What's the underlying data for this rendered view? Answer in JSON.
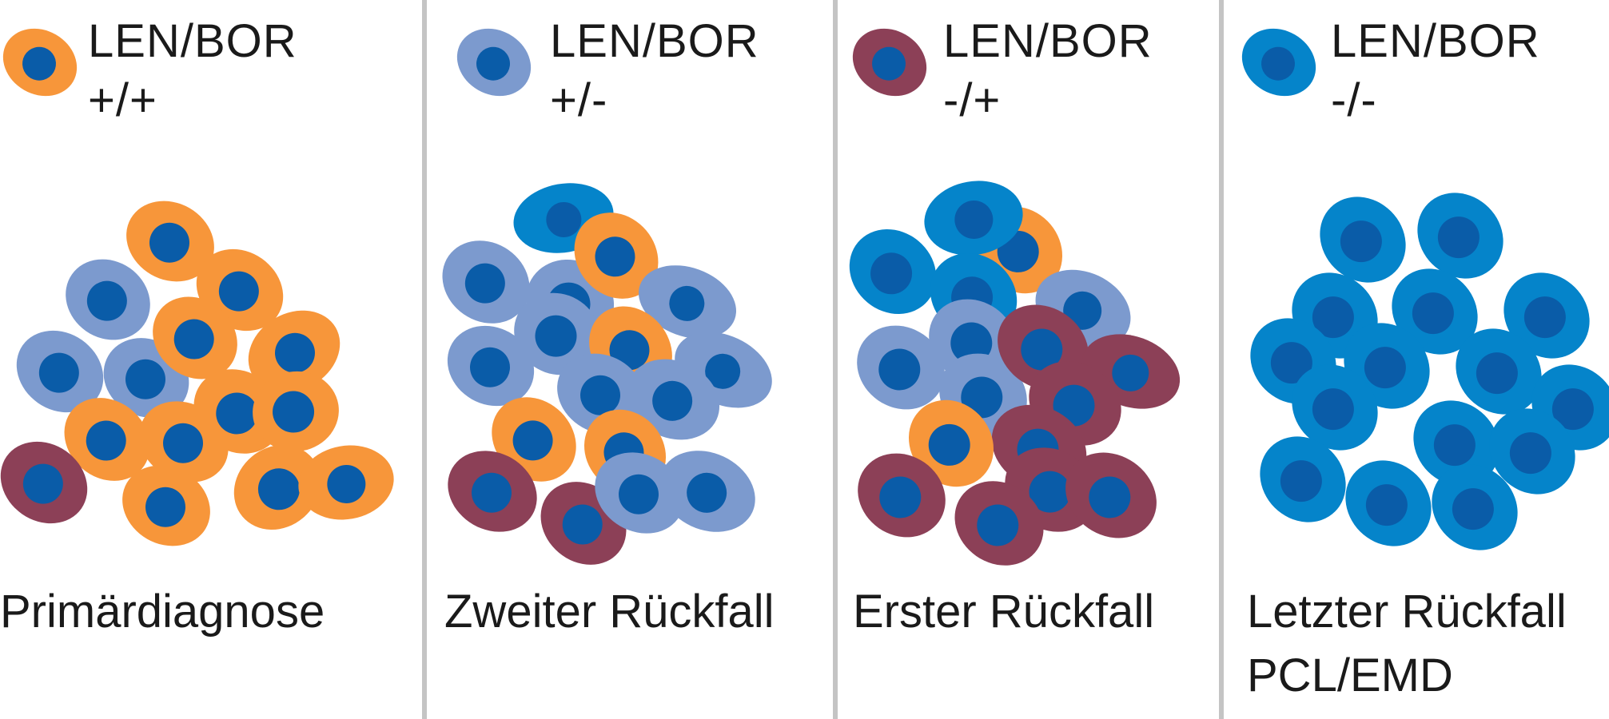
{
  "colors": {
    "len_bor_pos_pos": "#F7963A",
    "len_bor_pos_neg": "#7C9ACE",
    "len_bor_neg_pos": "#8C4057",
    "len_bor_neg_neg": "#0584CA",
    "nucleus": "#0A5CA8"
  },
  "panels": [
    {
      "legend": {
        "label": "LEN/BOR",
        "status": "+/+",
        "cell_type": "len_bor_pos_pos"
      },
      "caption": [
        "Primärdiagnose"
      ],
      "cells": [
        [
          "len_bor_pos_neg",
          135,
          375,
          55,
          48,
          35
        ],
        [
          "len_bor_pos_neg",
          75,
          465,
          57,
          48,
          35
        ],
        [
          "len_bor_pos_neg",
          183,
          473,
          55,
          48,
          30
        ],
        [
          "len_bor_pos_pos",
          213,
          302,
          57,
          48,
          30
        ],
        [
          "len_bor_pos_pos",
          300,
          363,
          57,
          48,
          35
        ],
        [
          "len_bor_pos_pos",
          244,
          423,
          56,
          48,
          40
        ],
        [
          "len_bor_pos_pos",
          368,
          440,
          60,
          48,
          -30
        ],
        [
          "len_bor_pos_pos",
          134,
          550,
          57,
          48,
          40
        ],
        [
          "len_bor_pos_pos",
          230,
          553,
          58,
          48,
          30
        ],
        [
          "len_bor_pos_pos",
          298,
          515,
          58,
          50,
          35
        ],
        [
          "len_bor_pos_pos",
          370,
          515,
          50,
          54,
          80
        ],
        [
          "len_bor_pos_pos",
          347,
          610,
          57,
          50,
          -40
        ],
        [
          "len_bor_pos_pos",
          433,
          604,
          60,
          46,
          -10
        ],
        [
          "len_bor_pos_pos",
          208,
          633,
          57,
          48,
          30
        ],
        [
          "len_bor_neg_pos",
          55,
          604,
          57,
          48,
          35
        ]
      ]
    },
    {
      "legend": {
        "label": "LEN/BOR",
        "status": "+/-",
        "cell_type": "len_bor_pos_neg"
      },
      "caption": [
        "Zweiter Rückfall"
      ],
      "cells": [
        [
          "len_bor_neg_neg",
          705,
          273,
          63,
          43,
          -10
        ],
        [
          "len_bor_pos_neg",
          608,
          353,
          57,
          49,
          35
        ],
        [
          "len_bor_pos_neg",
          713,
          378,
          56,
          52,
          30
        ],
        [
          "len_bor_pos_pos",
          771,
          320,
          57,
          49,
          50
        ],
        [
          "len_bor_pos_neg",
          860,
          378,
          63,
          43,
          20
        ],
        [
          "len_bor_pos_neg",
          614,
          458,
          56,
          48,
          30
        ],
        [
          "len_bor_pos_neg",
          697,
          418,
          55,
          50,
          30
        ],
        [
          "len_bor_pos_pos",
          789,
          437,
          57,
          48,
          50
        ],
        [
          "len_bor_pos_neg",
          752,
          493,
          57,
          48,
          30
        ],
        [
          "len_bor_pos_neg",
          905,
          463,
          64,
          43,
          25
        ],
        [
          "len_bor_pos_neg",
          842,
          500,
          60,
          48,
          25
        ],
        [
          "len_bor_pos_pos",
          668,
          550,
          57,
          48,
          45
        ],
        [
          "len_bor_pos_pos",
          782,
          565,
          55,
          48,
          50
        ],
        [
          "len_bor_neg_pos",
          616,
          615,
          58,
          48,
          30
        ],
        [
          "len_bor_neg_pos",
          730,
          655,
          57,
          48,
          40
        ],
        [
          "len_bor_pos_neg",
          800,
          617,
          58,
          48,
          30
        ],
        [
          "len_bor_pos_neg",
          885,
          615,
          62,
          48,
          25
        ]
      ]
    },
    {
      "legend": {
        "label": "LEN/BOR",
        "status": "-/+",
        "cell_type": "len_bor_neg_pos"
      },
      "caption": [
        "Erster Rückfall"
      ],
      "cells": [
        [
          "len_bor_neg_neg",
          1117,
          340,
          57,
          50,
          40
        ],
        [
          "len_bor_pos_pos",
          1276,
          313,
          57,
          50,
          50
        ],
        [
          "len_bor_neg_neg",
          1218,
          273,
          62,
          46,
          -10
        ],
        [
          "len_bor_neg_neg",
          1218,
          370,
          57,
          50,
          40
        ],
        [
          "len_bor_pos_neg",
          1355,
          387,
          62,
          46,
          25
        ],
        [
          "len_bor_pos_neg",
          1127,
          460,
          57,
          50,
          35
        ],
        [
          "len_bor_pos_neg",
          1217,
          427,
          57,
          50,
          35
        ],
        [
          "len_bor_pos_neg",
          1230,
          495,
          57,
          50,
          35
        ],
        [
          "len_bor_neg_pos",
          1305,
          435,
          60,
          50,
          35
        ],
        [
          "len_bor_neg_pos",
          1415,
          465,
          63,
          44,
          20
        ],
        [
          "len_bor_neg_pos",
          1345,
          505,
          60,
          50,
          30
        ],
        [
          "len_bor_neg_pos",
          1300,
          560,
          62,
          50,
          30
        ],
        [
          "len_bor_pos_pos",
          1190,
          555,
          57,
          50,
          50
        ],
        [
          "len_bor_neg_pos",
          1315,
          613,
          60,
          50,
          30
        ],
        [
          "len_bor_neg_pos",
          1128,
          620,
          57,
          50,
          35
        ],
        [
          "len_bor_neg_pos",
          1250,
          655,
          58,
          50,
          35
        ],
        [
          "len_bor_neg_pos",
          1390,
          620,
          60,
          50,
          35
        ]
      ]
    },
    {
      "legend": {
        "label": "LEN/BOR",
        "status": "-/-",
        "cell_type": "len_bor_neg_neg"
      },
      "caption": [
        "Letzter Rückfall",
        "PCL/EMD"
      ],
      "cells": [
        [
          "len_bor_neg_neg",
          1705,
          300,
          57,
          50,
          45
        ],
        [
          "len_bor_neg_neg",
          1827,
          295,
          57,
          50,
          45
        ],
        [
          "len_bor_neg_neg",
          1670,
          395,
          57,
          50,
          45
        ],
        [
          "len_bor_neg_neg",
          1795,
          390,
          57,
          50,
          45
        ],
        [
          "len_bor_neg_neg",
          1935,
          395,
          57,
          50,
          45
        ],
        [
          "len_bor_neg_neg",
          1618,
          452,
          57,
          50,
          45
        ],
        [
          "len_bor_neg_neg",
          1735,
          458,
          57,
          50,
          45
        ],
        [
          "len_bor_neg_neg",
          1875,
          465,
          57,
          50,
          45
        ],
        [
          "len_bor_neg_neg",
          1670,
          510,
          57,
          50,
          45
        ],
        [
          "len_bor_neg_neg",
          1970,
          510,
          57,
          50,
          45
        ],
        [
          "len_bor_neg_neg",
          1822,
          555,
          57,
          50,
          45
        ],
        [
          "len_bor_neg_neg",
          1917,
          565,
          57,
          50,
          45
        ],
        [
          "len_bor_neg_neg",
          1630,
          600,
          57,
          50,
          45
        ],
        [
          "len_bor_neg_neg",
          1737,
          630,
          57,
          50,
          45
        ],
        [
          "len_bor_neg_neg",
          1845,
          635,
          57,
          50,
          45
        ]
      ]
    }
  ]
}
